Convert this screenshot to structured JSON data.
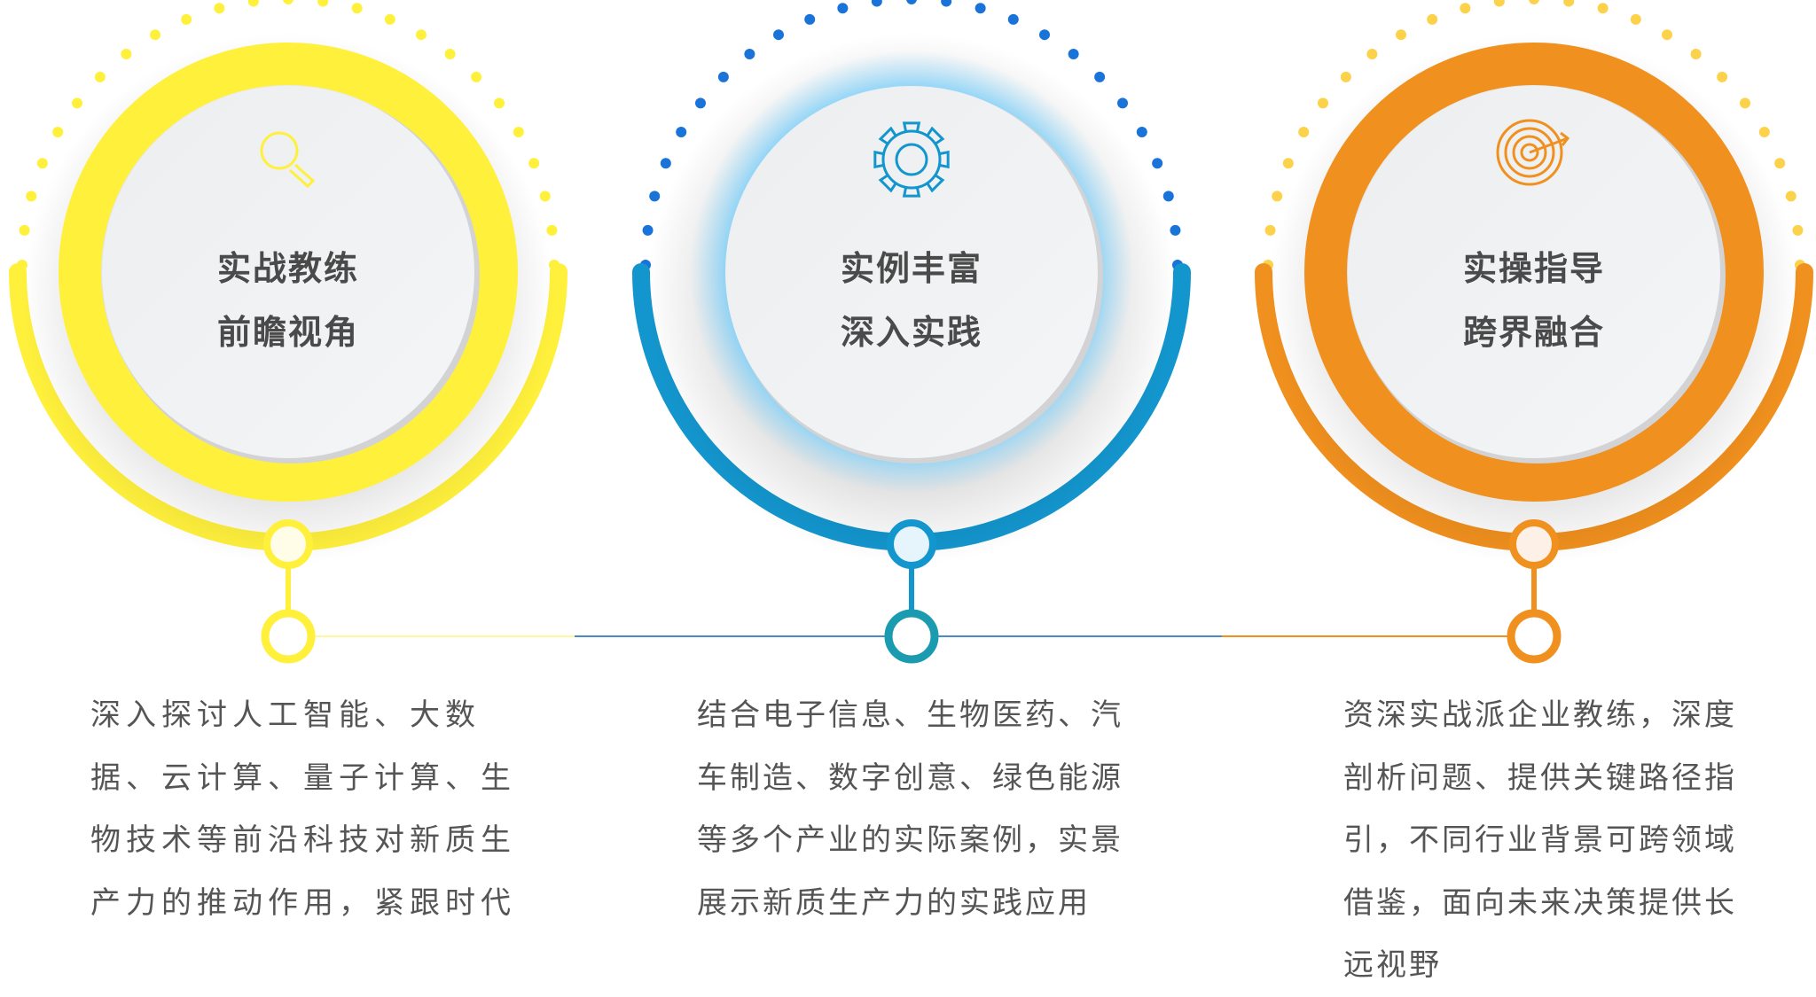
{
  "colors": {
    "yellow": "#FFF03C",
    "blue": "#1396CE",
    "orange": "#F0901E"
  },
  "cards": [
    {
      "title_lines": [
        "实战教练",
        "前瞻视角"
      ],
      "icon": "magnifier-icon",
      "color": "#FFF03C",
      "desc_lines": [
        "深入探讨人工智能、大数",
        "据、云计算、量子计算、生",
        "物技术等前沿科技对新质生",
        "产力的推动作用，紧跟时代"
      ]
    },
    {
      "title_lines": [
        "实例丰富",
        "深入实践"
      ],
      "icon": "gear-icon",
      "color": "#1396CE",
      "desc_lines": [
        "结合电子信息、生物医药、汽",
        "车制造、数字创意、绿色能源",
        "等多个产业的实际案例，实景",
        "展示新质生产力的实践应用"
      ]
    },
    {
      "title_lines": [
        "实操指导",
        "跨界融合"
      ],
      "icon": "target-icon",
      "color": "#F0901E",
      "desc_lines": [
        "资深实战派企业教练，深度",
        "剖析问题、提供关键路径指",
        "引，不同行业背景可跨领域",
        "借鉴，面向未来决策提供长",
        "远视野"
      ]
    }
  ]
}
